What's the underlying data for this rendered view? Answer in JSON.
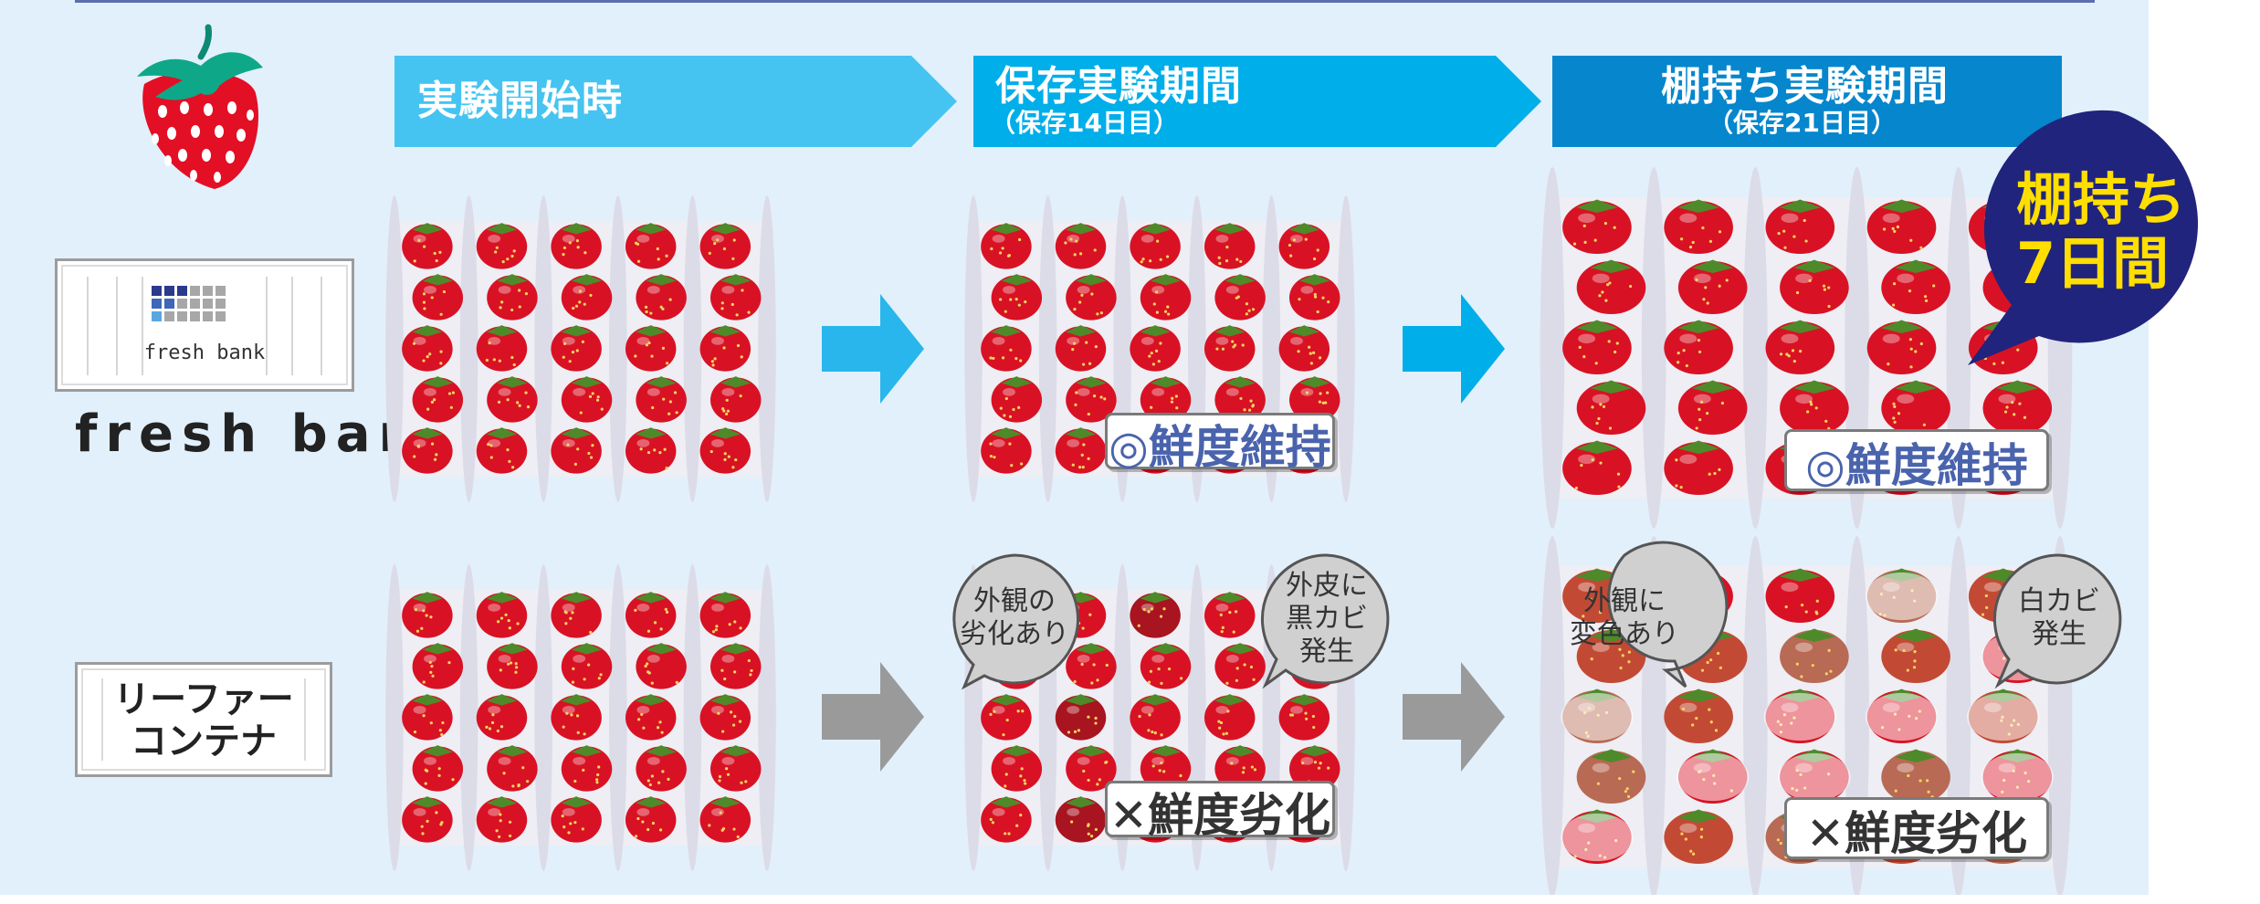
{
  "stages": [
    {
      "title": "実験開始時",
      "subtitle": ""
    },
    {
      "title": "保存実験期間",
      "subtitle": "（保存14日目）"
    },
    {
      "title": "棚持ち実験期間",
      "subtitle": "（保存21日目）"
    }
  ],
  "rows": {
    "fresh_bank": {
      "device_logo_text": "fresh bank",
      "label": "fresh bank",
      "results": [
        "◎鮮度維持",
        "◎鮮度維持"
      ]
    },
    "reefer": {
      "label_line1": "リーファー",
      "label_line2": "コンテナ",
      "results": [
        "✕鮮度劣化",
        "✕鮮度劣化"
      ],
      "bubbles": [
        {
          "line1": "外観の",
          "line2": "劣化あり",
          "line3": ""
        },
        {
          "line1": "外皮に",
          "line2": "黒カビ",
          "line3": "発生"
        },
        {
          "line1": "外観に",
          "line2": "変色あり",
          "line3": ""
        },
        {
          "line1": "白カビ",
          "line2": "発生",
          "line3": ""
        }
      ]
    }
  },
  "callout": {
    "line1": "棚持ち",
    "line2": "7日間"
  },
  "colors": {
    "background": "#e2f0fb",
    "banner1": "#45c4f1",
    "banner2": "#00aeea",
    "banner3": "#0586cd",
    "arrow_good": "#29b6ec",
    "arrow_bad": "#9a9a9a",
    "callout_bg": "#20247d",
    "callout_text": "#ffde00",
    "good_label": "#4a63ad"
  },
  "icons": [
    "strawberry-icon",
    "fresh-bank-device-icon",
    "reefer-container-icon"
  ]
}
